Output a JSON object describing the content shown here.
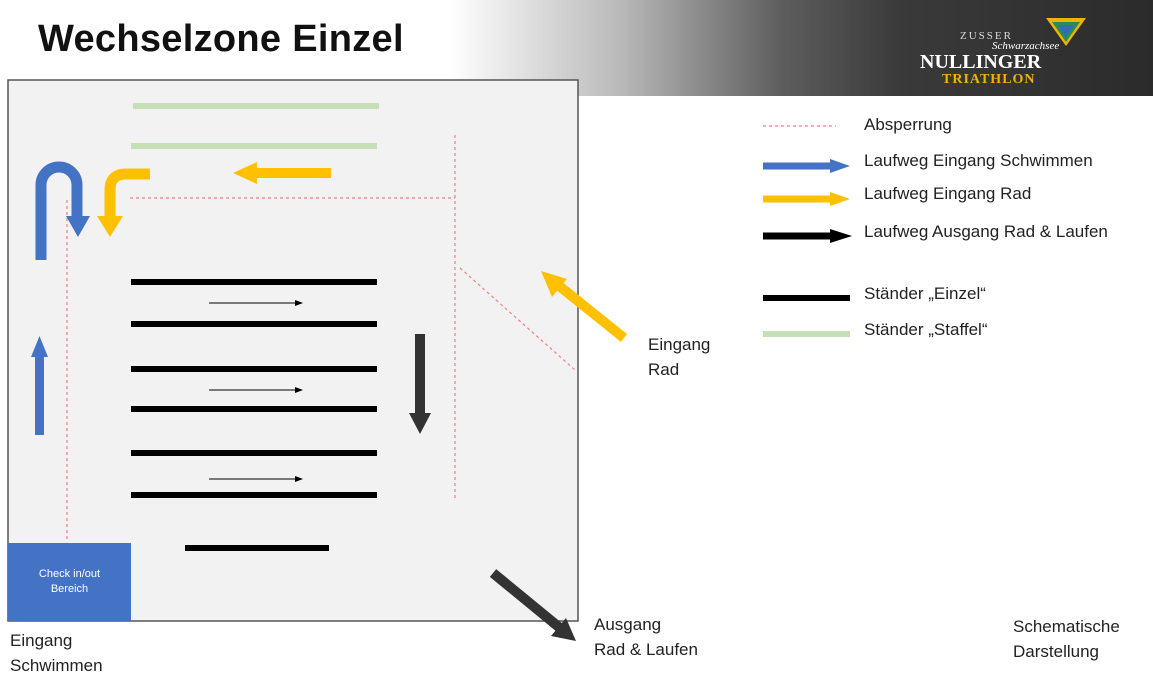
{
  "title": "Wechselzone Einzel",
  "logo": {
    "top_text": "ZUSSER",
    "script_text": "Schwarzachsee",
    "main_text": "NULLINGER",
    "sub_text": "TRIATHLON"
  },
  "legend": {
    "items": [
      {
        "key": "absperrung",
        "label": "Absperrung"
      },
      {
        "key": "schwimmen",
        "label": "Laufweg Eingang Schwimmen"
      },
      {
        "key": "rad",
        "label": "Laufweg Eingang Rad"
      },
      {
        "key": "ausgang",
        "label": "Laufweg Ausgang Rad & Laufen"
      },
      {
        "key": "einzel",
        "label": "Ständer „Einzel“"
      },
      {
        "key": "staffel",
        "label": "Ständer „Staffel“"
      }
    ]
  },
  "labels": {
    "eingang_rad": [
      "Eingang",
      "Rad"
    ],
    "eingang_schwimmen": [
      "Eingang",
      "Schwimmen"
    ],
    "ausgang": [
      "Ausgang",
      "Rad & Laufen"
    ],
    "schematic": [
      "Schematische",
      "Darstellung"
    ],
    "checkin": [
      "Check in/out",
      "Bereich"
    ]
  },
  "colors": {
    "blue": "#4472c4",
    "yellow": "#ffc000",
    "black": "#000000",
    "green": "#c5e0b4",
    "barrier": "#f08080",
    "zone_fill": "#f2f2f2"
  }
}
